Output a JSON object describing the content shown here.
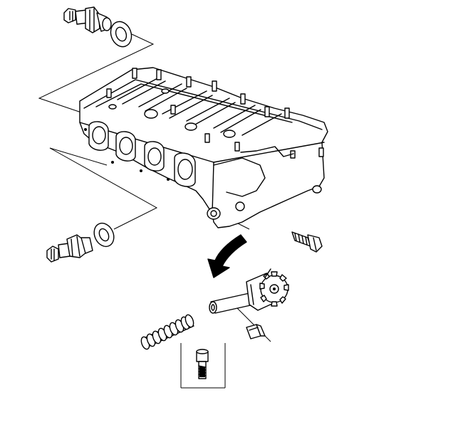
{
  "diagram": {
    "components": [
      {
        "id": "cylinder-head",
        "icon": "cylinder-head-icon"
      },
      {
        "id": "upper-injector",
        "icon": "injector-icon"
      },
      {
        "id": "upper-seal-washer",
        "icon": "washer-icon"
      },
      {
        "id": "lower-injector",
        "icon": "injector-icon"
      },
      {
        "id": "lower-seal-washer",
        "icon": "washer-icon"
      },
      {
        "id": "mounting-bolt",
        "icon": "bolt-icon"
      },
      {
        "id": "chain-tensioner-sprocket",
        "icon": "sprocket-icon"
      },
      {
        "id": "tensioner-spring",
        "icon": "spring-icon"
      },
      {
        "id": "retaining-clip",
        "icon": "clip-icon"
      },
      {
        "id": "detail-bolt",
        "icon": "bolt-icon"
      },
      {
        "id": "direction-arrow",
        "icon": "arrow-icon"
      }
    ]
  }
}
